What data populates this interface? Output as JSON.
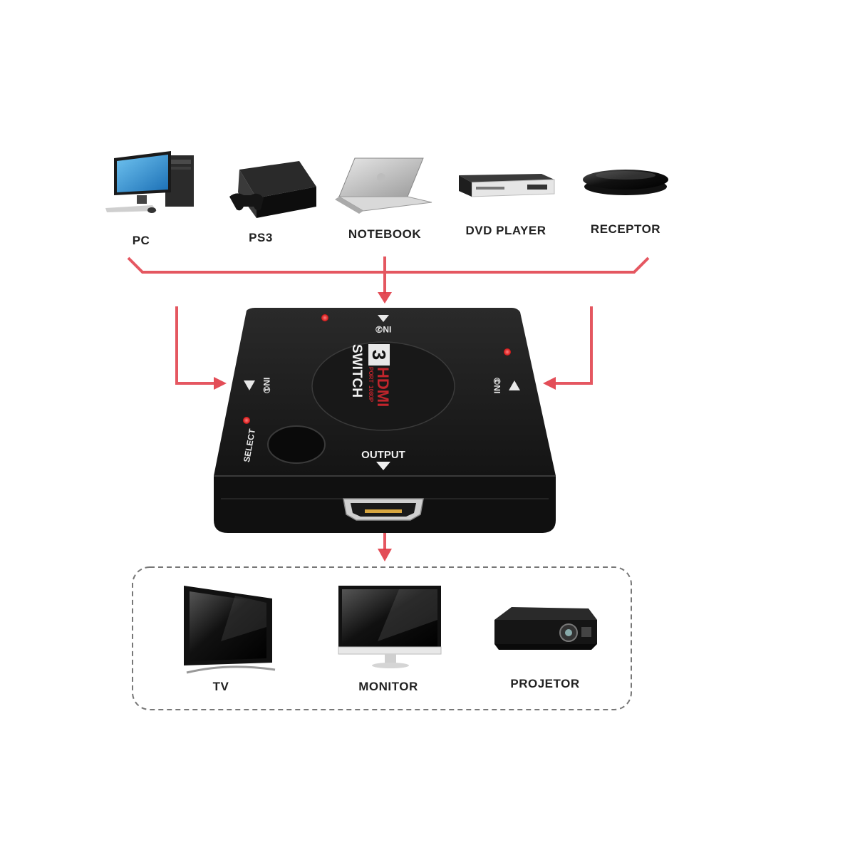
{
  "sources": [
    {
      "label": "PC",
      "icon": "desktop-pc-icon"
    },
    {
      "label": "PS3",
      "icon": "game-console-icon"
    },
    {
      "label": "NOTEBOOK",
      "icon": "laptop-icon"
    },
    {
      "label": "DVD PLAYER",
      "icon": "dvd-player-icon"
    },
    {
      "label": "RECEPTOR",
      "icon": "receiver-icon"
    }
  ],
  "device": {
    "port_in1": "IN①",
    "port_in2": "IN②",
    "port_in3": "IN③",
    "logo_number": "3",
    "logo_brand": "HDMI",
    "logo_port": "PORT",
    "logo_resolution": "1080P",
    "logo_switch": "SWITCH",
    "select_label": "SELECT",
    "output_label": "OUTPUT"
  },
  "outputs": [
    {
      "label": "TV",
      "icon": "tv-icon"
    },
    {
      "label": "MONITOR",
      "icon": "monitor-icon"
    },
    {
      "label": "PROJETOR",
      "icon": "projector-icon"
    }
  ],
  "colors": {
    "arrow": "#e03a45",
    "device_body": "#1a1a1a",
    "led": "#ff3b3b",
    "dashed_box": "#777777"
  }
}
